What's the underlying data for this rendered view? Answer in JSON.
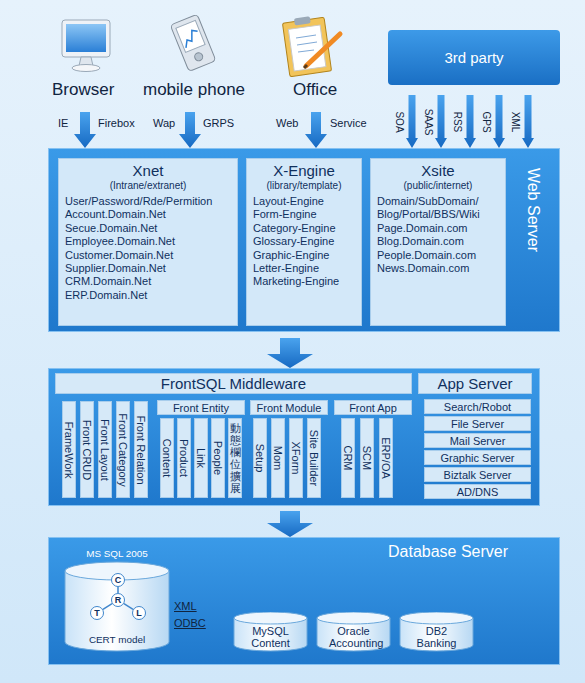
{
  "diagram": {
    "nodes": [
      {
        "text": [
          "3rd party"
        ]
      },
      {
        "text": [
          "Web Server"
        ]
      },
      {
        "text": [
          "Xnet",
          "(Intrane/extranet)",
          "User/Password/Rde/Permition",
          "Account.Domain.Net",
          "Secue.Domain.Net",
          "Employee.Domain.Net",
          "Customer.Domain.Net",
          "Supplier.Domain.Net",
          "CRM.Domain.Net",
          "ERP.Domain.Net"
        ],
        "in": 1
      },
      {
        "text": [
          "X-Engine",
          "(library/template)",
          "Layout-Engine",
          "Form-Engine",
          "Category-Engine",
          "Glossary-Engine",
          "Graphic-Engine",
          "Letter-Engine",
          "Marketing-Engine"
        ],
        "in": 1
      },
      {
        "text": [
          "Xsite",
          "(public/internet)",
          "Domain/SubDomain/",
          "Blog/Portal/BBS/Wiki",
          "Page.Domain.com",
          "Blog.Domain.com",
          "People.Domain.com",
          "News.Domain.com"
        ],
        "in": 1
      },
      {
        "text": []
      },
      {
        "text": [
          "FrontSQL Middleware"
        ],
        "in": 5
      },
      {
        "text": [
          "FrameWork"
        ],
        "in": 5
      },
      {
        "text": [
          "Front CRUD"
        ],
        "in": 5
      },
      {
        "text": [
          "Front Layout"
        ],
        "in": 5
      },
      {
        "text": [
          "Front Category"
        ],
        "in": 5
      },
      {
        "text": [
          "Front Relation"
        ],
        "in": 5
      },
      {
        "text": [
          "Front Entity"
        ],
        "in": 5
      },
      {
        "text": [
          "Content"
        ],
        "in": 5
      },
      {
        "text": [
          "Product"
        ],
        "in": 5
      },
      {
        "text": [
          "Link"
        ],
        "in": 5
      },
      {
        "text": [
          "People"
        ],
        "in": 5
      },
      {
        "text": [
          "動態欄位擴展"
        ],
        "in": 5
      },
      {
        "text": [
          "Front Module"
        ],
        "in": 5
      },
      {
        "text": [
          "Setup"
        ],
        "in": 5
      },
      {
        "text": [
          "Mom"
        ],
        "in": 5
      },
      {
        "text": [
          "XForm"
        ],
        "in": 5
      },
      {
        "text": [
          "Site Builder"
        ],
        "in": 5
      },
      {
        "text": [
          "Front App"
        ],
        "in": 5
      },
      {
        "text": [
          "CRM"
        ],
        "in": 5
      },
      {
        "text": [
          "SCM"
        ],
        "in": 5
      },
      {
        "text": [
          "ERP/OA"
        ],
        "in": 5
      },
      {
        "text": [
          "App Server"
        ],
        "in": 5
      },
      {
        "text": [
          "Search/Robot"
        ],
        "in": 5
      },
      {
        "text": [
          "File Server"
        ],
        "in": 5
      },
      {
        "text": [
          "Mail Server"
        ],
        "in": 5
      },
      {
        "text": [
          "Graphic Server"
        ],
        "in": 5
      },
      {
        "text": [
          "Biztalk Server"
        ],
        "in": 5
      },
      {
        "text": [
          "AD/DNS"
        ],
        "in": 5
      },
      {
        "text": [
          "Database Server"
        ]
      },
      {
        "text": [
          "MS SQL 2005",
          "CERT model"
        ],
        "in": 34
      },
      {
        "text": [
          "C"
        ],
        "in": 35
      },
      {
        "text": [
          "R"
        ],
        "in": 35
      },
      {
        "text": [
          "T"
        ],
        "in": 35
      },
      {
        "text": [
          "L"
        ],
        "in": 35
      },
      {
        "text": [
          "MySQL Content"
        ],
        "in": 34
      },
      {
        "text": [
          "Oracle Accounting"
        ],
        "in": 34
      },
      {
        "text": [
          "DB2 Banking"
        ],
        "in": 34
      }
    ],
    "edges": [
      {
        "from": 0,
        "to": 1,
        "label": "SOA",
        "arrow": "to"
      },
      {
        "from": 0,
        "to": 1,
        "label": "SAAS",
        "arrow": "to"
      },
      {
        "from": 0,
        "to": 1,
        "label": "RSS",
        "arrow": "to"
      },
      {
        "from": 0,
        "to": 1,
        "label": "GPS",
        "arrow": "to"
      },
      {
        "from": 0,
        "to": 1,
        "label": "XML",
        "arrow": "to"
      },
      {
        "from": 1,
        "to": 5,
        "arrow": "to"
      },
      {
        "from": 5,
        "to": 34,
        "arrow": "to"
      },
      {
        "from": 37,
        "to": 36,
        "arrow": "none"
      },
      {
        "from": 37,
        "to": 38,
        "arrow": "none"
      },
      {
        "from": 37,
        "to": 39,
        "arrow": "none"
      }
    ],
    "labels": [
      "Browser",
      "mobile phone",
      "Office",
      "IE",
      "Firebox",
      "Wap",
      "GRPS",
      "Web",
      "Service",
      "XML",
      "ODBC"
    ]
  }
}
